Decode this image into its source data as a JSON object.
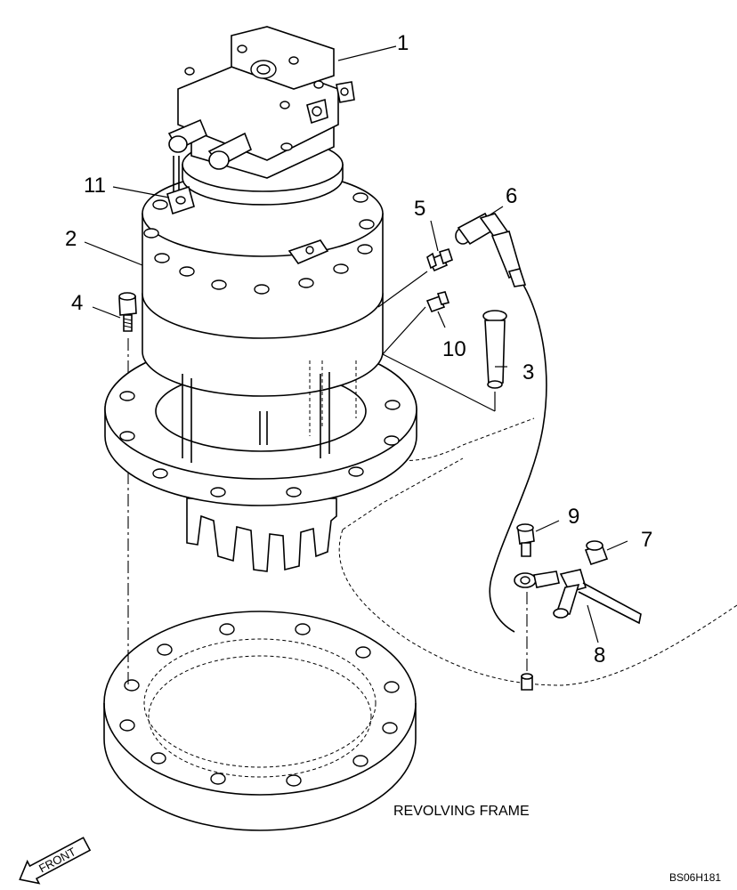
{
  "callouts": [
    {
      "id": "1",
      "text": "1"
    },
    {
      "id": "2",
      "text": "2"
    },
    {
      "id": "3",
      "text": "3"
    },
    {
      "id": "4",
      "text": "4"
    },
    {
      "id": "5",
      "text": "5"
    },
    {
      "id": "6",
      "text": "6"
    },
    {
      "id": "7",
      "text": "7"
    },
    {
      "id": "8",
      "text": "8"
    },
    {
      "id": "9",
      "text": "9"
    },
    {
      "id": "10",
      "text": "10"
    },
    {
      "id": "11",
      "text": "11"
    }
  ],
  "caption": "REVOLVING FRAME",
  "front_label": "FRONT",
  "drawing_number": "BS06H181"
}
